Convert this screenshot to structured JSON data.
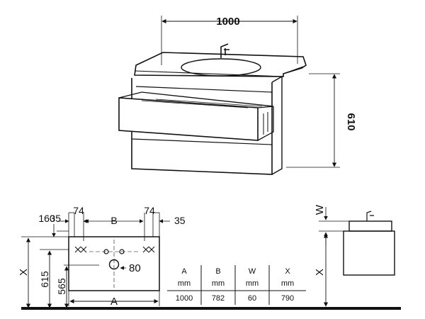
{
  "top_view": {
    "width_label": "1000",
    "height_label": "610"
  },
  "plan_view": {
    "label_160": "160",
    "label_35_left": "35",
    "label_74_left": "74",
    "label_B": "B",
    "label_74_right": "74",
    "label_35_right": "35",
    "label_X": "X",
    "label_615": "615",
    "label_565": "565",
    "label_80": "80",
    "label_A": "A"
  },
  "side_view": {
    "label_W": "W",
    "label_X": "X"
  },
  "spec_table": {
    "headers": [
      "A",
      "B",
      "W",
      "X"
    ],
    "units": [
      "mm",
      "mm",
      "mm",
      "mm"
    ],
    "values": [
      "1000",
      "782",
      "60",
      "790"
    ]
  }
}
